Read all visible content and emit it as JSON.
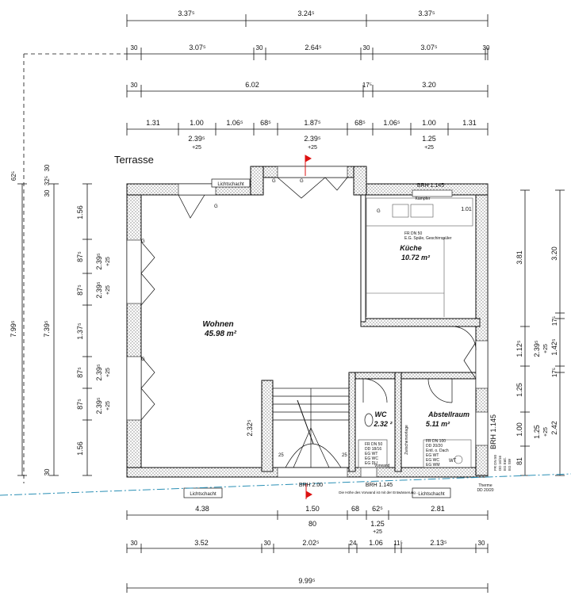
{
  "top_dims": {
    "row1": [
      "3.37⁵",
      "3.24⁵",
      "3.37⁵"
    ],
    "row2": [
      "30",
      "3.07⁵",
      "30",
      "2.64⁵",
      "30",
      "3.07⁵",
      "30"
    ],
    "row3": [
      "30",
      "6.02",
      "17⁵",
      "3.20"
    ],
    "row4": [
      "1.31",
      "1.00",
      "1.06⁵",
      "68⁵",
      "1.87⁵",
      "68⁵",
      "1.06⁵",
      "1.00",
      "1.31"
    ],
    "row4_sub": [
      {
        "top": "2.39⁵",
        "bottom": "+25"
      },
      {
        "top": "2.39⁵",
        "bottom": "+25"
      },
      {
        "top": "1.25",
        "bottom": "+25"
      }
    ]
  },
  "left_dims": {
    "outer": "7.99⁵",
    "inner": "7.39⁵",
    "top_small": [
      "62⁵",
      "30",
      "32⁵",
      "30"
    ],
    "chain": [
      "1.56",
      "87⁵",
      "87⁵",
      "1.37⁵",
      "87⁵",
      "87⁵",
      "1.56"
    ],
    "windows": [
      {
        "top": "2.39⁵",
        "bottom": "+25"
      },
      {
        "top": "2.39⁵",
        "bottom": "+25"
      },
      {
        "top": "2.39⁵",
        "bottom": "+25"
      },
      {
        "top": "2.39⁵",
        "bottom": "+25"
      }
    ],
    "bottom_small": "30"
  },
  "right_dims": {
    "chain": [
      "3.81",
      "1.12⁵",
      "1.25",
      "1.00",
      "81"
    ],
    "windows": [
      {
        "top": "2.39⁵",
        "bottom": "+25"
      },
      {
        "top": "1.25",
        "bottom": "+25"
      }
    ],
    "outer_chain": [
      "3.20",
      "17⁵",
      "1.42⁵",
      "17⁵",
      "2.42"
    ],
    "brh": "BRH 1.145"
  },
  "bottom_dims": {
    "row1": [
      "4.38",
      "1.50",
      "68",
      "62⁵",
      "2.81"
    ],
    "row1_sub": [
      "80",
      "1.25",
      "+25"
    ],
    "row2": [
      "30",
      "3.52",
      "30",
      "2.02⁵",
      "24",
      "1.06",
      "11⁵",
      "2.13⁵",
      "30"
    ],
    "total": "9.99⁵"
  },
  "rooms": {
    "terrace": "Terrasse",
    "living": {
      "name": "Wohnen",
      "area": "45.98 m²"
    },
    "kitchen": {
      "name": "Küche",
      "area": "10.72 m²"
    },
    "wc": {
      "name": "WC",
      "area": "2.32 ²"
    },
    "storage": {
      "name": "Abstellraum",
      "area": "5.11 m²"
    }
  },
  "labels": {
    "lichtschacht": "Lichtschacht",
    "brh_kitchen": "BRH 1.145",
    "kitchen_window": "1.01",
    "kitchen_pipe": "FR DN 50\nE.G. Spüle, Geschirrspüler",
    "kitchen_pipe_line1": "FR DN 50",
    "kitchen_pipe_line2": "E.G. Spüle, Geschirrspüler",
    "kampfer": "Kämpfer",
    "stair_h": "2.32⁵",
    "brh_200": "BRH 2.00",
    "brh_bottom": "BRH 1.145",
    "note": "Die Höhe des Vorwand ist mit der Entwässerung ...",
    "vorwand": "Vorwand",
    "zwischen": "Zwischenvorlage",
    "wc_pipes": [
      "FR DN 50",
      "DD 18/16",
      "EG WT",
      "EG WC",
      "EG DU"
    ],
    "storage_pipes": [
      "FR DN 100",
      "DD 20/20",
      "Entl. o. Dach",
      "EG WT",
      "EG WC",
      "EG WM"
    ],
    "wt": "WT",
    "therme": "Therme",
    "right_pipes": [
      "FR DN 50",
      "DD 16/16",
      "EG Entl.",
      "EG SW"
    ],
    "dd2020": "DD 20/20",
    "g": "G",
    "a25": "25",
    "twentyfive": "25"
  }
}
